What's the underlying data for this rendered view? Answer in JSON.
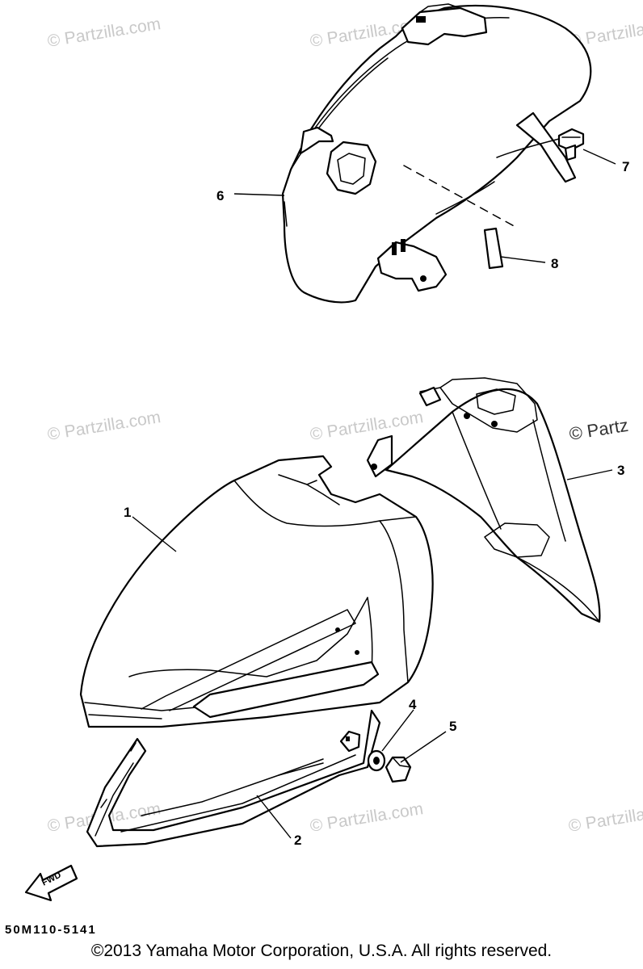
{
  "watermark": {
    "text": "© Partzilla.com",
    "partial": "© Partz"
  },
  "callouts": {
    "c1": "1",
    "c2": "2",
    "c3": "3",
    "c4": "4",
    "c5": "5",
    "c6": "6",
    "c7": "7",
    "c8": "8"
  },
  "fwd_label": "FWD",
  "diagram_code": "50M110-5141",
  "copyright": "©2013  Yamaha Motor Corporation, U.S.A. All rights reserved."
}
